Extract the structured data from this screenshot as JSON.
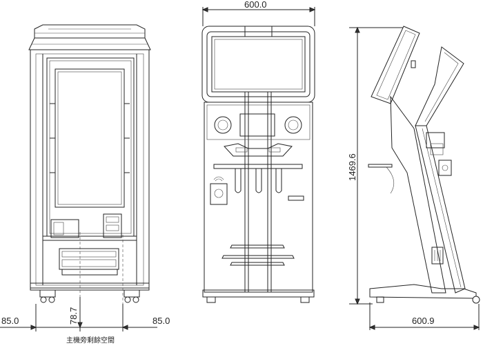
{
  "dimensions": {
    "top_width": "600.0",
    "height": "1469.6",
    "side_depth": "600.9",
    "left_gap": "85.0",
    "right_gap": "85.0",
    "bottom_offset": "78.7"
  },
  "note": "主機旁剩餘空間",
  "colors": {
    "line": "#222222",
    "background": "#ffffff"
  }
}
